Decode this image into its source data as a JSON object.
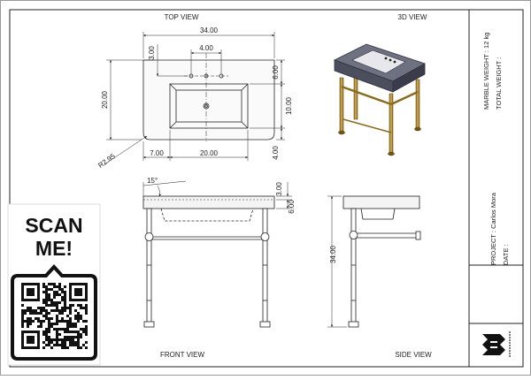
{
  "views": {
    "top": "TOP VIEW",
    "iso": "3D VIEW",
    "front": "FRONT VIEW",
    "side": "SIDE VIEW"
  },
  "dims": {
    "top_width": "34.00",
    "top_holes": "4.00",
    "top_hole_offset": "3.00",
    "top_depth": "20.00",
    "top_right_6": "6.00",
    "top_right_10": "10.00",
    "top_right_4": "4.00",
    "top_bottom_7": "7.00",
    "top_bottom_20": "20.00",
    "top_radius": "R2.95",
    "front_angle": "15°",
    "front_3": "3.00",
    "front_6": "6.00",
    "side_height": "34.00"
  },
  "titleblock": {
    "marble_weight": "MARBLE WEIGHT : 12 kg",
    "total_weight": "TOTAL WEIGHT :",
    "project": "PROJECT : Carlos Mora",
    "date": "DATE :"
  },
  "qr": {
    "line1": "SCAN",
    "line2": "ME!"
  }
}
